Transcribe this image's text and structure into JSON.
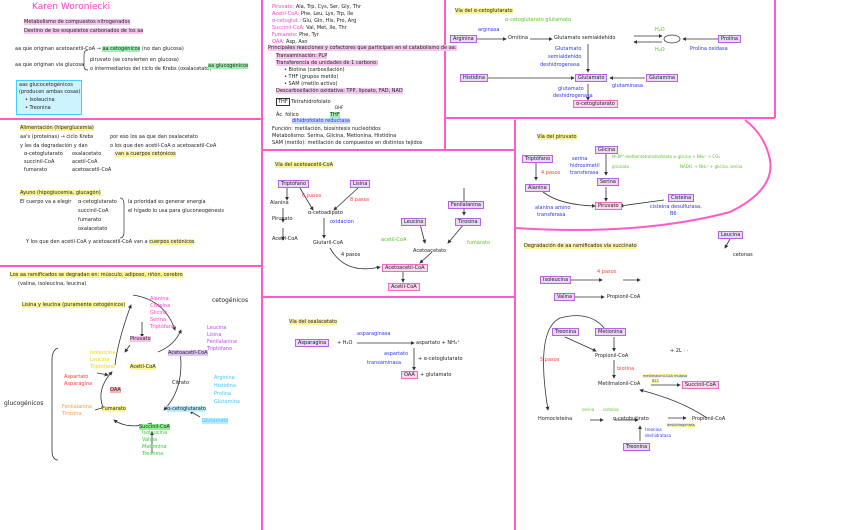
{
  "header": {
    "title": "Karen Woroniecki",
    "intro1": "Metabolismo de compuestos nitrogenados",
    "intro2": "Destino de los esqueletos carbonados de los aa",
    "line1_a": "aa que originan acetoacetil-CoA →",
    "line1_b": "aa cetogénicos",
    "line1_c": "(no dan glucosa)",
    "line2_a": "aa que originan vía glucosa",
    "line2_b1": "piruvato (se convierten en glucosa)",
    "line2_b2": "o intermediarios del ciclo de Krebs (oxalacetato)",
    "line2_c": "aa glucogénicos",
    "box_title1": "aas glucocetogénicos",
    "box_title2": "(producen ambas cosas)",
    "box_items": [
      "• Isoleucina",
      "• Treonina"
    ]
  },
  "regulation": {
    "fed_title": "Alimentación (hiperglucemia)",
    "fed1": "aa's (proteínas) → ciclo Krebs",
    "fed1b": "por eso los aa que dan oxalacetato",
    "fed2": "y les da degradación y dan",
    "fed2b": "o los que den acetil-CoA o acetoacetil-CoA",
    "col1": [
      "α-cetoglutarato",
      "succinil-CoA",
      "fumarato"
    ],
    "col2": [
      "oxalacetato",
      "acetil-CoA",
      "acetoacetil-CoA"
    ],
    "fed3": "van a cuerpos cetónicos",
    "fast_title": "Ayuno (hipoglucemia, glucagón)",
    "fast1": "El cuerpo va a elegir",
    "fast_list": [
      "α-cetoglutarato",
      "succinil-CoA",
      "fumarato",
      "oxalacetato"
    ],
    "fast_r1": "la prioridad es generar energía",
    "fast_r2": "el hígado lo usa para gluconeogénesis",
    "fast_end_a": "Y los que den acetil-CoA y acetoacetil-CoA van a",
    "fast_end_b": "cuerpos cetónicos"
  },
  "cycle": {
    "title1": "Los aa ramificados se degradan en: músculo, adiposo, riñón, cerebro",
    "title2": "(valina, isoleucina, leucina)",
    "sub": "Lisina y leucina (puramente cetogénicos)",
    "ketogenic": "cetogénicos",
    "glucogenic": "glucogénicos",
    "pink_list": [
      "Alanina",
      "Cisteína",
      "Glicina",
      "Serina",
      "Triptófano"
    ],
    "purple_list": [
      "Leucina",
      "Lisina",
      "Fenilalanina",
      "Triptófano"
    ],
    "yellow_list": [
      "Isoleucina",
      "Leucina",
      "Triptófano"
    ],
    "red_list": [
      "Aspartato",
      "Asparagina"
    ],
    "orange_list": [
      "Fenilalanina",
      "Tirosina"
    ],
    "cyan_list": [
      "Arginina",
      "Histidina",
      "Prolina",
      "Glutamina"
    ],
    "cyan_box": "Glutamato",
    "green_list": [
      "Isoleucina",
      "Valina",
      "Metionina",
      "Treonina"
    ],
    "nodes": {
      "pyruvate": "Piruvato",
      "acetoacetyl": "Acetoacetil-CoA",
      "acetyl": "Acetil-CoA",
      "citrate": "Citrato",
      "akg": "α-cetoglutarato",
      "succinyl": "Succinil-CoA",
      "fumarate": "Fumarato",
      "oaa": "OAA"
    }
  },
  "cofactors": {
    "lines": [
      {
        "k": "Piruvato:",
        "v": "Ala, Trp, Cys, Ser, Gly, Thr"
      },
      {
        "k": "Acetil-CoA:",
        "v": "Phe, Leu, Lys, Trp, Ile"
      },
      {
        "k": "α-cetoglut.:",
        "v": "Glu, Gln, His, Pro, Arg"
      },
      {
        "k": "Succinil-CoA:",
        "v": "Val, Met, Ile, Thr"
      },
      {
        "k": "Fumarato:",
        "v": "Phe, Tyr"
      },
      {
        "k": "OAA:",
        "v": "Asp, Asn"
      }
    ],
    "main": "Principales reacciones y cofactores que participan en el catabolismo de aa:",
    "trans": "Transaminación: PLP",
    "carbon": "Transferencia de unidades de 1 carbono:",
    "c_items": [
      "• Biotina   (carboxilación)",
      "• THF       (grupos metilo)",
      "• SAM       (metilo activo)"
    ],
    "decarb": "Descarboxilación oxidativa: TPP, lipoato, FAD, NAD",
    "thf": "THF",
    "thf_title": "Tetrahidrofolato",
    "folic": "Ác. fólico",
    "dhf": "DHF",
    "reductase": "dihidrofolato reductasa",
    "thf2": "THF",
    "func": "Función: metilación, biosíntesis nucleótidos",
    "metab": "Metabolismo: Serina, Glicina, Metionina, Histidina",
    "sam": "SAM (metilo): metilación de compuestos en distintos tejidos"
  },
  "akg_path": {
    "title": "Vía del α-cetoglutarato",
    "arginine": "Arginina",
    "arginase": "arginasa",
    "ornithine": "Ornitina",
    "cofactors": "α-cetoglutarato  glutamato",
    "gsa": "Glutamato semialdehído",
    "h2o_a": "H₂O",
    "h2o_b": "H₂O",
    "proline": "Prolina",
    "proline_ox": "Prolina oxidasa",
    "gsa_dh1": "Glutamato",
    "gsa_dh2": "semialdehído",
    "gsa_dh3": "deshidrogenasa",
    "histidine": "Histidina",
    "glutamate": "Glutamato",
    "glutamine": "Glutamina",
    "glutaminase": "glutaminasa",
    "gdh1": "glutamato",
    "gdh2": "deshidrogenasa",
    "akg": "α-cetoglutarato"
  },
  "acetoacetyl_path": {
    "title": "Vía del acetoacetil-CoA",
    "tryptophan": "Triptófano",
    "lysine": "Lisina",
    "steps_a": "6 pasos",
    "steps_b": "8 pasos",
    "alanine": "Alanina",
    "pyruvate": "Piruvato",
    "acetyl": "Acetil-CoA",
    "aketoadipate": "α-cetoadipato",
    "oxidation": "oxidación",
    "glutaryl": "Glutaril-CoA",
    "steps_c": "4 pasos",
    "phe": "Fenilalanina",
    "tyr": "Tirosina",
    "leucine": "Leucina",
    "acetyl_coa_lbl": "acetil-CoA",
    "fumarate_lbl": "fumarato",
    "acetoacetate": "Acetoacetato",
    "acetoacetyl": "Acetoacetil-CoA",
    "acetyl_end": "Acetil-CoA"
  },
  "oaa_path": {
    "title": "Vía del oxalacetato",
    "asparagine": "Asparagina",
    "h2o": "+ H₂O",
    "asparaginase": "asparaginasa",
    "products": "aspartato + NH₄⁺",
    "enz1": "aspartato",
    "enz2": "transaminasa",
    "akg": "+ α-cetoglutarato",
    "oaa": "OAA",
    "glu": "+ glutamato"
  },
  "pyruvate_path": {
    "title": "Vía del piruvato",
    "tryptophan": "Triptófano",
    "steps": "4 pasos",
    "alanine": "Alanina",
    "alt1": "alanina amino",
    "alt2": "transferasa",
    "glycine": "Glicina",
    "shmt1": "serina",
    "shmt2": "hidroximetil",
    "shmt3": "transferasa",
    "serine": "Serina",
    "pyruvate": "Piruvato",
    "cysteine": "Cisteína",
    "cys_enz1": "cisteína desulfurasa,",
    "cys_enz2": "B6",
    "green1": "N⁵,N¹⁰-metilentetrahidrofolato ⇌ glicina + NH₄⁺ + CO₂",
    "green2": "glicolato",
    "green3": "NADH, + NH₄⁺ + glicina, serina"
  },
  "succinyl_path": {
    "title": "Degradación de aa ramificados vía succinato",
    "leucine": "Leucina",
    "ketones": "cetonas",
    "isoleucine": "Isoleucina",
    "steps_a": "4 pasos",
    "valine": "Valina",
    "propionyl_a": "Propionil-CoA",
    "threonine": "Treonina",
    "methionine": "Metionina",
    "propionyl": "Propionil-CoA",
    "biotin": "biotina",
    "five_steps": "5 pasos",
    "methylmalonyl": "Metilmalonil-CoA",
    "mutase1": "metilmalonil-CoA mutasa",
    "mutase2": "B12",
    "succinyl": "Succinil-CoA",
    "homocysteine": "Homocisteína",
    "serine_lbl": "serina",
    "cysteine_lbl": "cisteína",
    "akb": "α-cetobutirato",
    "propionyl_b": "Propionil-CoA",
    "dh": "deshidrogenasa",
    "threonine_b": "Treonina",
    "thr_enz1": "treonina",
    "thr_enz2": "deshidratasa",
    "misc": "+ 2L  ·  ·"
  },
  "colors": {
    "divider": "#ff5cc8",
    "box_border": "#b565e0",
    "box_fill": "#ecd6fa",
    "highlight": "#fbf59a"
  }
}
